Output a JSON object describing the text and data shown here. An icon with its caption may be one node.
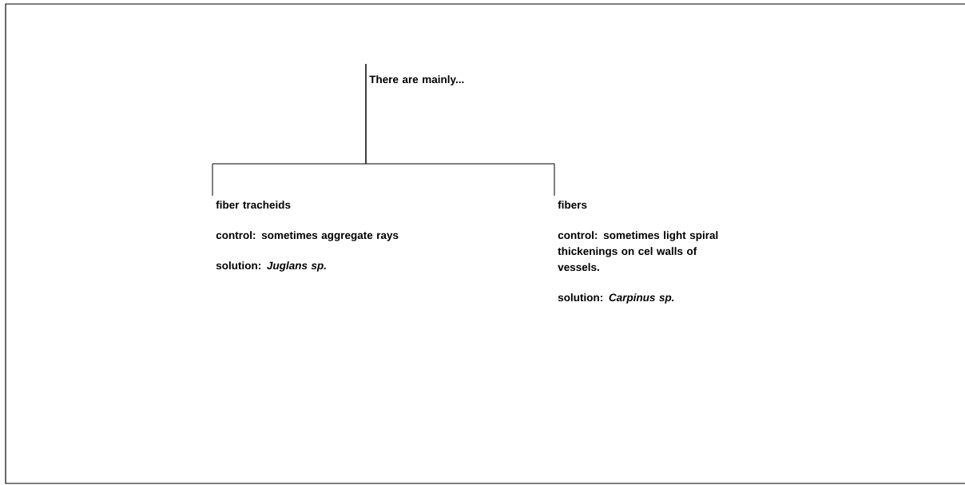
{
  "diagram": {
    "nodes": [
      {
        "text": [
          "There are mainly..."
        ]
      },
      {
        "text": [
          "fiber tracheids",
          "control: sometimes aggregate rays",
          "solution: *Juglans sp.*"
        ]
      },
      {
        "text": [
          "fibers",
          "control: sometimes light spiral thickenings on cel walls of vessels.",
          "solution: *Carpinus sp.*"
        ]
      }
    ],
    "edges": [
      {
        "from": 0,
        "to": 1,
        "arrow": "none"
      },
      {
        "from": 0,
        "to": 2,
        "arrow": "none"
      }
    ]
  }
}
